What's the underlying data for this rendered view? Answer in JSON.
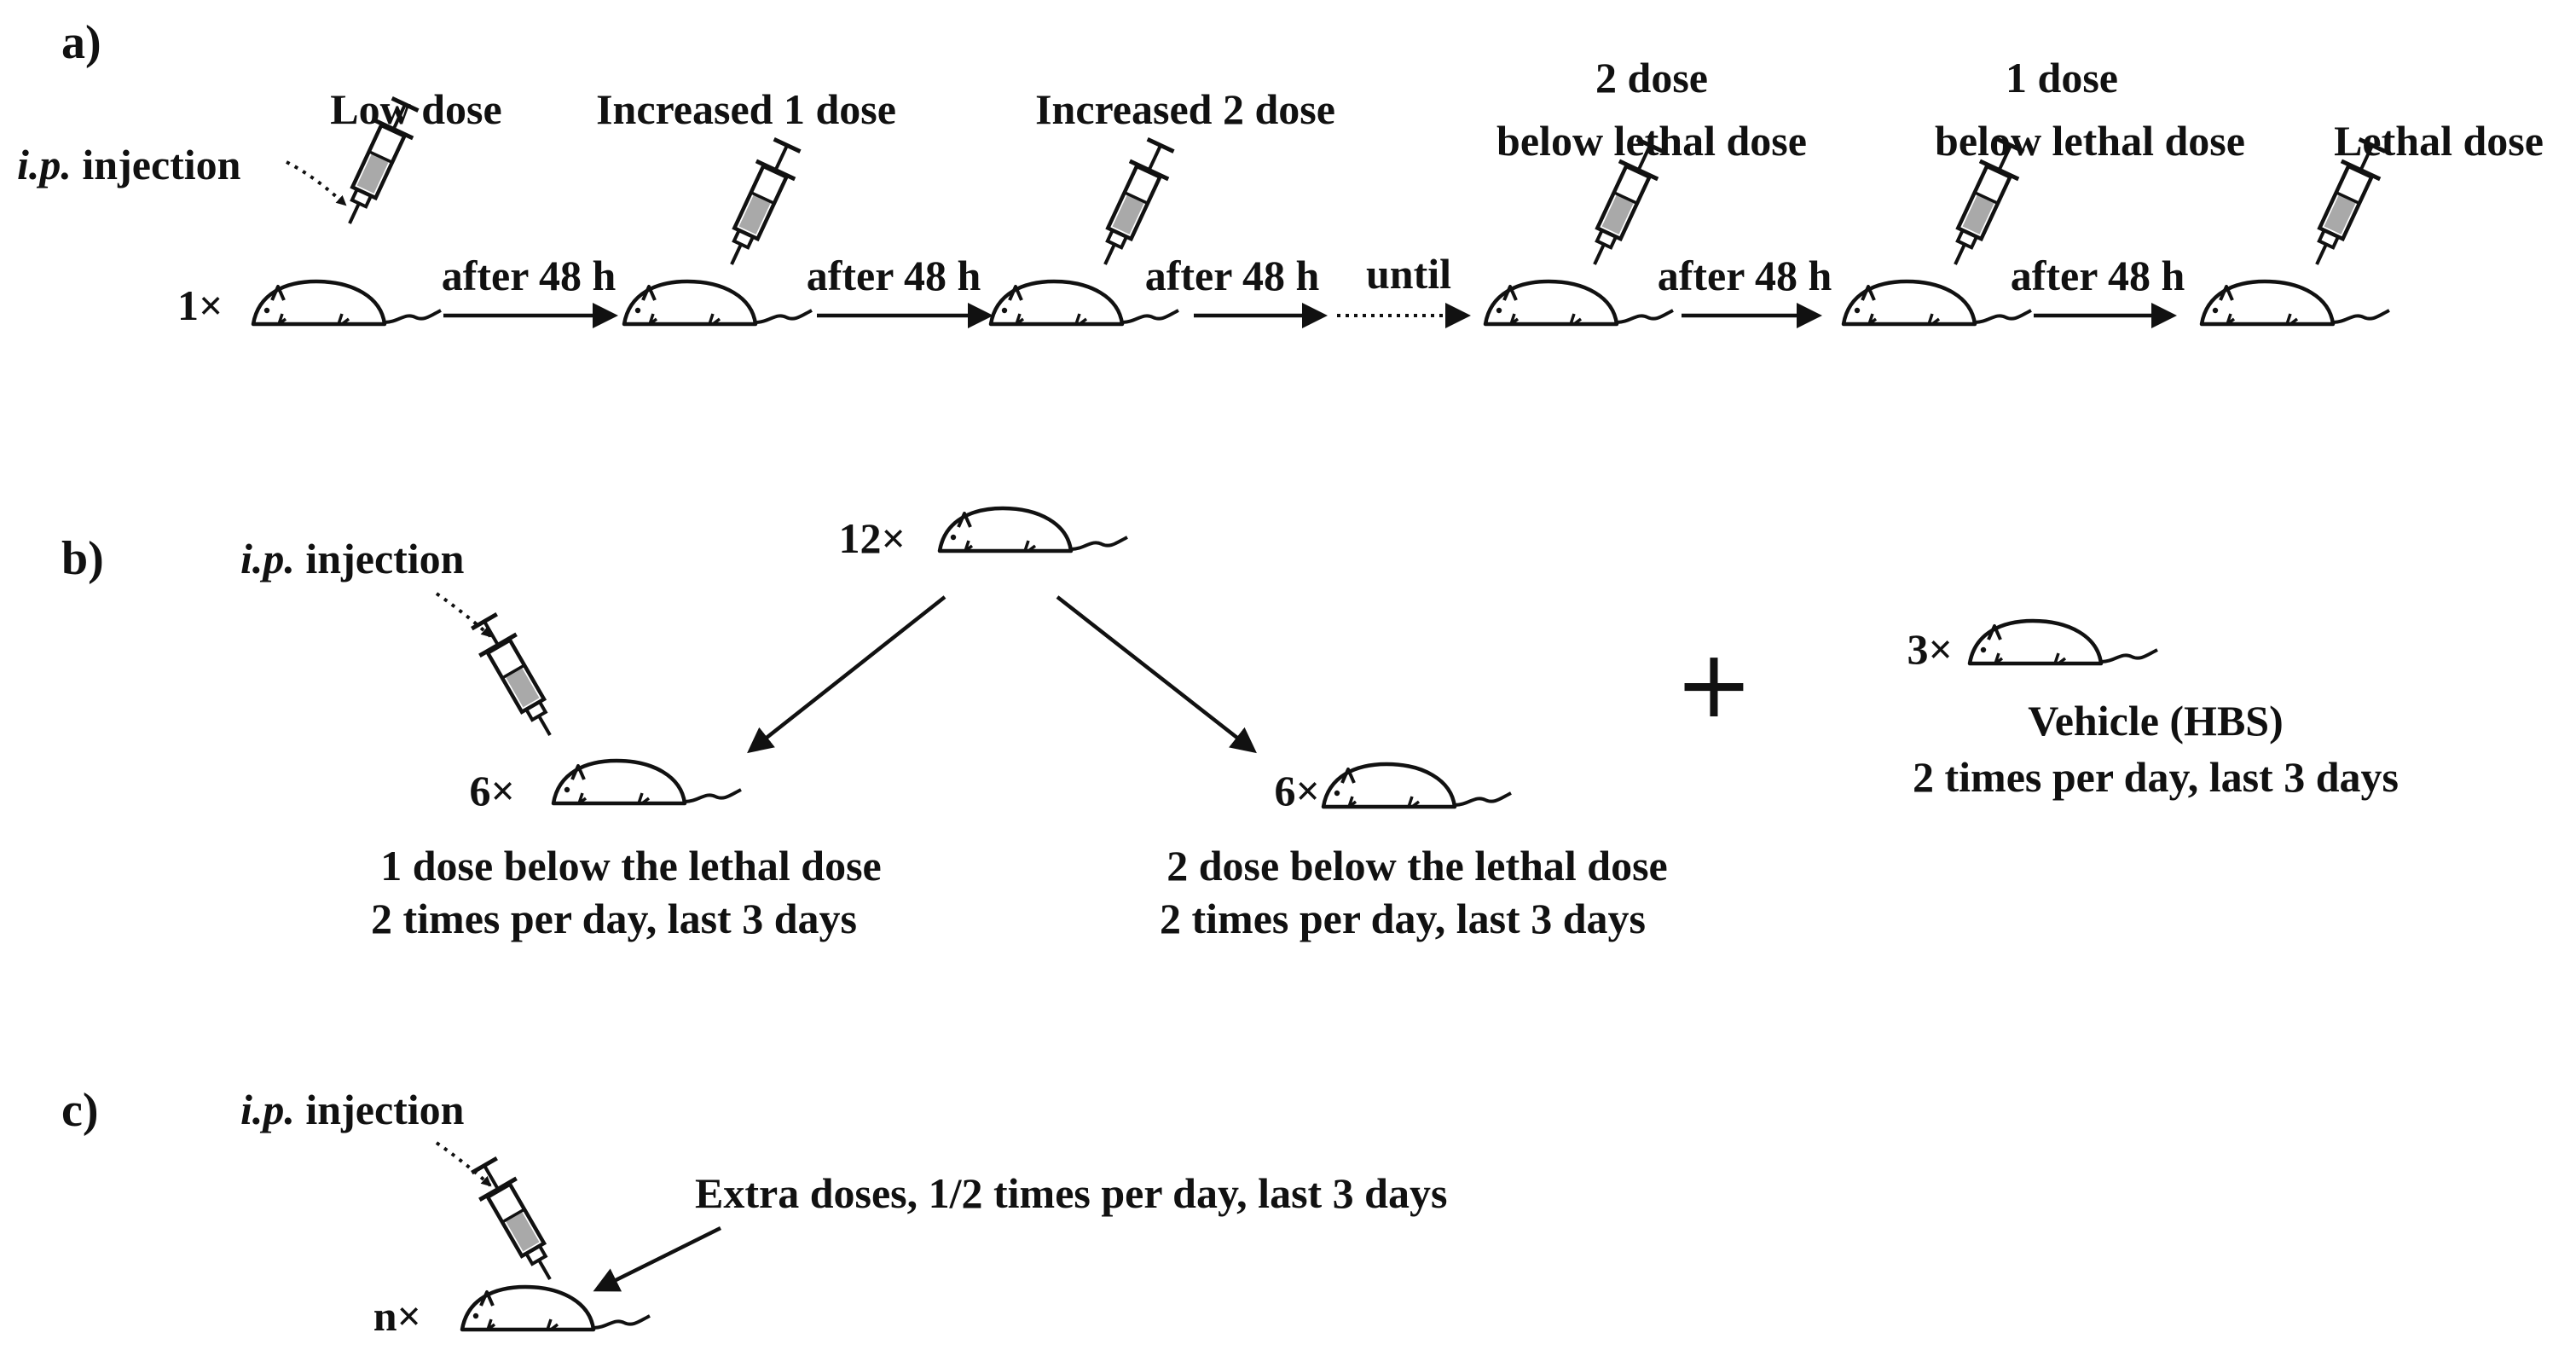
{
  "panels": {
    "a": {
      "label": "a)",
      "injection_label": {
        "ip": "i.p.",
        "word": "injection"
      },
      "start_count": "1×",
      "doses": [
        {
          "lines": [
            "Low dose"
          ]
        },
        {
          "lines": [
            "Increased 1 dose"
          ]
        },
        {
          "lines": [
            "Increased 2 dose"
          ]
        },
        {
          "lines": [
            "2 dose",
            "below lethal dose"
          ]
        },
        {
          "lines": [
            "1 dose",
            "below lethal dose"
          ]
        },
        {
          "lines": [
            "Lethal dose"
          ]
        }
      ],
      "transitions": [
        "after 48 h",
        "after 48 h",
        "after 48 h",
        "until",
        "after 48 h",
        "after 48 h"
      ]
    },
    "b": {
      "label": "b)",
      "injection_label": {
        "ip": "i.p.",
        "word": "injection"
      },
      "source_count": "12×",
      "left_group": {
        "count": "6×",
        "line1": "1 dose below the lethal dose",
        "line2": "2 times per day, last 3 days"
      },
      "right_group": {
        "count": "6×",
        "line1": "2 dose below the lethal dose",
        "line2": "2 times per day, last 3 days"
      },
      "plus": "+",
      "control_group": {
        "count": "3×",
        "line1": "Vehicle (HBS)",
        "line2": "2 times per day, last 3 days"
      }
    },
    "c": {
      "label": "c)",
      "injection_label": {
        "ip": "i.p.",
        "word": "injection"
      },
      "count": "n×",
      "note": "Extra doses, 1/2 times per day, last 3 days"
    }
  },
  "colors": {
    "ink": "#111111",
    "syringe_fill": "#a9a9a9"
  },
  "icons": [
    "mouse-icon",
    "syringe-icon",
    "arrow-right-icon",
    "dotted-arrow-icon"
  ]
}
